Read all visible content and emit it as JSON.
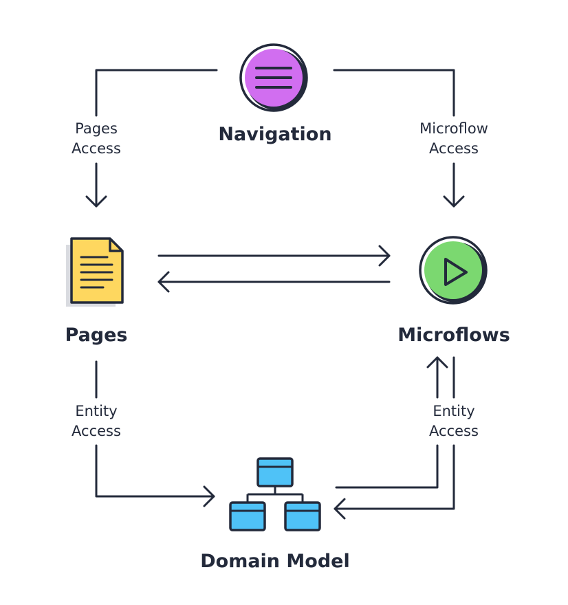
{
  "nodes": {
    "navigation": {
      "title": "Navigation",
      "icon": "menu-icon",
      "color": "#d16ef0"
    },
    "pages": {
      "title": "Pages",
      "icon": "document-icon",
      "color": "#fed75f"
    },
    "microflows": {
      "title": "Microflows",
      "icon": "play-icon",
      "color": "#7bd870"
    },
    "domain_model": {
      "title": "Domain Model",
      "icon": "hierarchy-icon",
      "color": "#4fc2f7"
    }
  },
  "edges": {
    "pages_access": {
      "line1": "Pages",
      "line2": "Access"
    },
    "microflow_access": {
      "line1": "Microflow",
      "line2": "Access"
    },
    "entity_access_left": {
      "line1": "Entity",
      "line2": "Access"
    },
    "entity_access_right": {
      "line1": "Entity",
      "line2": "Access"
    }
  },
  "colors": {
    "stroke": "#232a3b",
    "background": "#ffffff",
    "shadow": "#d9dbe0"
  }
}
